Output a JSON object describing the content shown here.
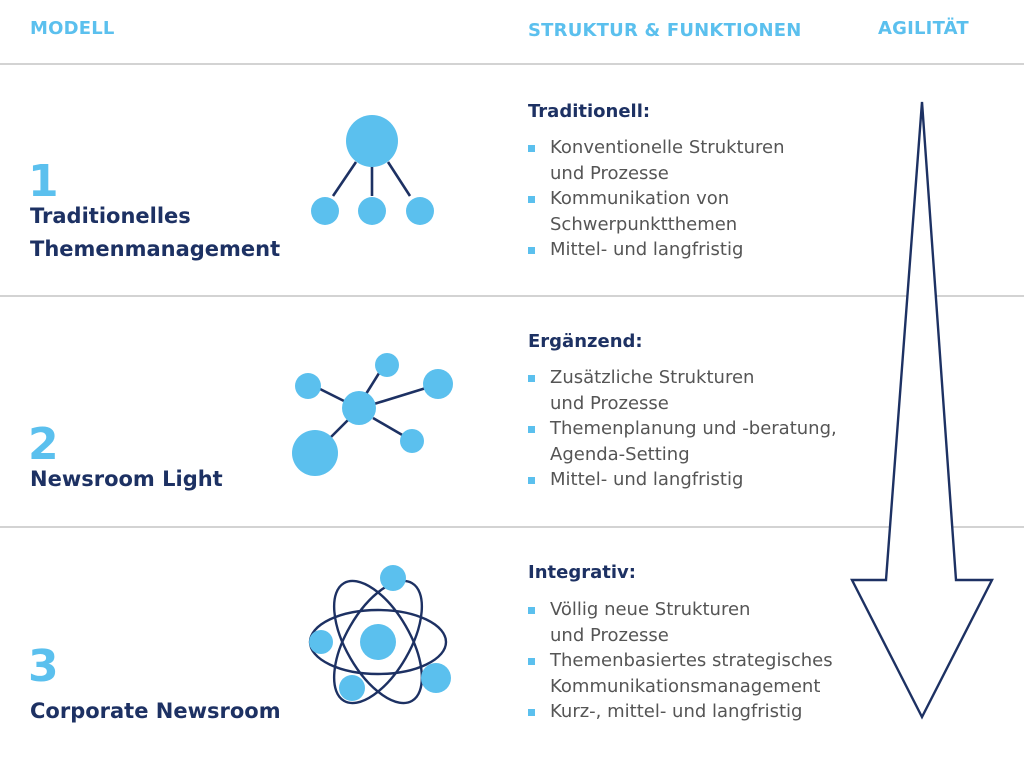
{
  "colors": {
    "light_blue": "#5bc0ee",
    "dark_blue": "#1d3163",
    "text_gray": "#555555",
    "divider": "#d3d3d3"
  },
  "header": {
    "modell": "MODELL",
    "struktur": "STRUKTUR & FUNKTIONEN",
    "agilitaet": "AGILITÄT"
  },
  "rows": [
    {
      "number": "1",
      "title_lines": [
        "Traditionelles",
        "Themenmanagement"
      ],
      "section_title": "Traditionell:",
      "bullets": [
        [
          "Konventionelle Strukturen",
          "und Prozesse"
        ],
        [
          "Kommunikation von",
          "Schwerpunktthemen"
        ],
        [
          "Mittel- und langfristig"
        ]
      ],
      "icon": "hierarchy-icon"
    },
    {
      "number": "2",
      "title_lines": [
        "Newsroom Light"
      ],
      "section_title": "Ergänzend:",
      "bullets": [
        [
          "Zusätzliche Strukturen",
          "und Prozesse"
        ],
        [
          "Themenplanung und -beratung,",
          "Agenda-Setting"
        ],
        [
          "Mittel- und langfristig"
        ]
      ],
      "icon": "network-icon"
    },
    {
      "number": "3",
      "title_lines": [
        "Corporate Newsroom"
      ],
      "section_title": "Integrativ:",
      "bullets": [
        [
          "Völlig neue Strukturen",
          "und Prozesse"
        ],
        [
          "Themenbasiertes strategisches",
          "Kommunikationsmanagement"
        ],
        [
          "Kurz-, mittel- und langfristig"
        ]
      ],
      "icon": "atom-icon"
    }
  ],
  "arrow_icon": "down-arrow-icon"
}
